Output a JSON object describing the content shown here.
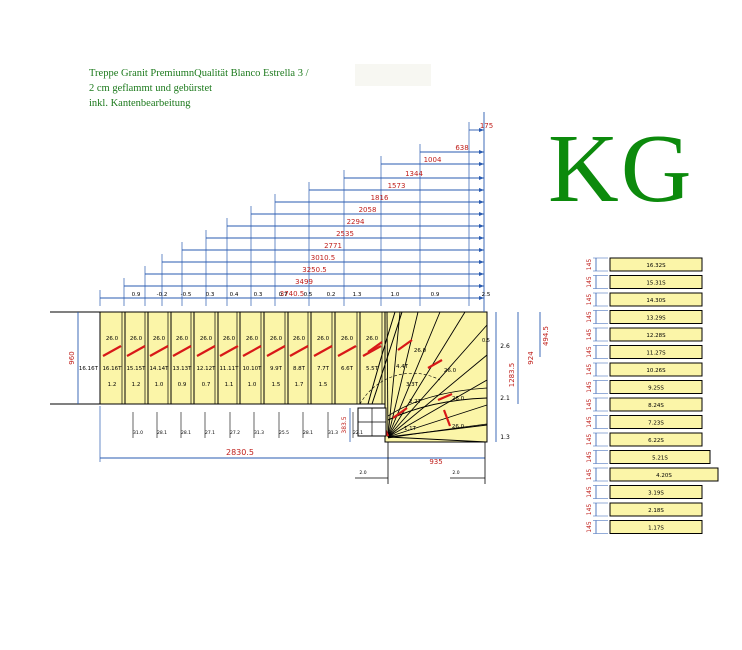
{
  "title_lines": [
    "Treppe Granit PremiumnQualität Blanco Estrella 3 /",
    "2 cm geflammt und gebürstet",
    "inkl. Kantenbearbeitung"
  ],
  "logo_text": "KG",
  "colors": {
    "title": "#1d7a1d",
    "logo": "#0c8a0c",
    "dim_line": "#2a5bb0",
    "dim_text": "#c0201c",
    "tread_fill": "#fbf5a8",
    "cut_mark": "#d81818",
    "outline": "#000000"
  },
  "top_dimensions": [
    "175",
    "638",
    "1004",
    "1344",
    "1573",
    "1816",
    "2058",
    "2294",
    "2535",
    "2771",
    "3010.5",
    "3250.5",
    "3499",
    "3740.5"
  ],
  "tread_gaps": [
    "0.9",
    "-0.2",
    "-0.5",
    "0.3",
    "0.4",
    "0.3",
    "0.7",
    "0.5",
    "0.2",
    "1.3",
    "1.0",
    "0.9",
    "2.5"
  ],
  "tread_labels": [
    "16.16T",
    "15.15T",
    "14.14T",
    "13.13T",
    "12.12T",
    "11.11T",
    "10.10T",
    "9.9T",
    "8.8T",
    "7.7T",
    "6.6T",
    "5.5T",
    "4.4T",
    "3.3T",
    "2.2T",
    "1.1T"
  ],
  "tread_depths": [
    "26.0",
    "26.0",
    "26.0",
    "26.0",
    "26.0",
    "26.0",
    "26.0",
    "26.0",
    "26.0",
    "26.0",
    "26.0",
    "26.0",
    "26.0",
    "26.0",
    "26.0"
  ],
  "overhangs": [
    "1.2",
    "1.2",
    "1.0",
    "0.9",
    "0.7",
    "1.1",
    "1.0",
    "1.5",
    "1.7",
    "1.5"
  ],
  "riser_heights": [
    "31.0",
    "28.1",
    "28.1",
    "27.1",
    "27.2",
    "31.3",
    "25.5",
    "28.1",
    "31.3",
    "22.1"
  ],
  "left_dims": {
    "stair_width": "960",
    "landing_left": "383.5"
  },
  "right_dims": {
    "total_height": "1283.5",
    "upper": "924",
    "lower": "494.5",
    "gap1": "2.6",
    "gap2": "2.1",
    "gap3": "1.3",
    "post": "0.5"
  },
  "bottom_dims": {
    "run": "2830.5",
    "corner": "935",
    "small_left": "2.0",
    "small_right": "2.0"
  },
  "parts_list": [
    {
      "height": "145",
      "label": "16.32S"
    },
    {
      "height": "145",
      "label": "15.31S"
    },
    {
      "height": "145",
      "label": "14.30S"
    },
    {
      "height": "145",
      "label": "13.29S"
    },
    {
      "height": "145",
      "label": "12.28S"
    },
    {
      "height": "145",
      "label": "11.27S"
    },
    {
      "height": "145",
      "label": "10.26S"
    },
    {
      "height": "145",
      "label": "9.25S"
    },
    {
      "height": "145",
      "label": "8.24S"
    },
    {
      "height": "145",
      "label": "7.23S"
    },
    {
      "height": "145",
      "label": "6.22S"
    },
    {
      "height": "145",
      "label": "5.21S"
    },
    {
      "height": "145",
      "label": "4.20S"
    },
    {
      "height": "145",
      "label": "3.19S"
    },
    {
      "height": "145",
      "label": "2.18S"
    },
    {
      "height": "145",
      "label": "1.17S"
    }
  ]
}
